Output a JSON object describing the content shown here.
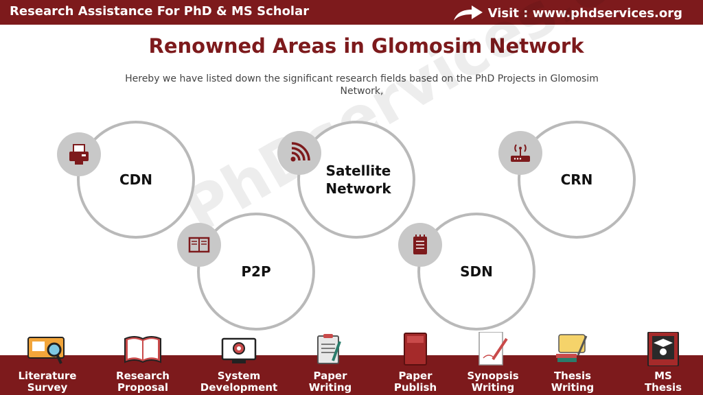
{
  "header": {
    "brand": "Research Assistance For PhD & MS Scholar",
    "visit": "Visit : www.phdservices.org"
  },
  "title": "Renowned Areas in Glomosim Network",
  "subtitle": "Hereby we have listed down the significant research fields based on the PhD Projects in Glomosim Network,",
  "watermark": "PhDservices.org",
  "areas": [
    {
      "label": "CDN",
      "icon": "fax-icon"
    },
    {
      "label": "P2P",
      "icon": "book-icon"
    },
    {
      "label": "Satellite Network",
      "icon": "wifi-signal-icon"
    },
    {
      "label": "SDN",
      "icon": "notepad-icon"
    },
    {
      "label": "CRN",
      "icon": "router-icon"
    }
  ],
  "footer": [
    {
      "label": "Literature\nSurvey",
      "icon": "magnifier-book-icon"
    },
    {
      "label": "Research\nProposal",
      "icon": "open-book-icon"
    },
    {
      "label": "System\nDevelopment",
      "icon": "computer-gear-icon"
    },
    {
      "label": "Paper\nWriting",
      "icon": "clipboard-pen-icon"
    },
    {
      "label": "Paper\nPublish",
      "icon": "red-book-icon"
    },
    {
      "label": "Synopsis\nWriting",
      "icon": "pen-paper-icon"
    },
    {
      "label": "Thesis\nWriting",
      "icon": "scroll-books-icon"
    },
    {
      "label": "MS\nThesis",
      "icon": "graduate-book-icon"
    }
  ],
  "colors": {
    "accent": "#7d1a1c",
    "circle_border": "#b9b9b9",
    "badge": "#c8c8c8"
  }
}
